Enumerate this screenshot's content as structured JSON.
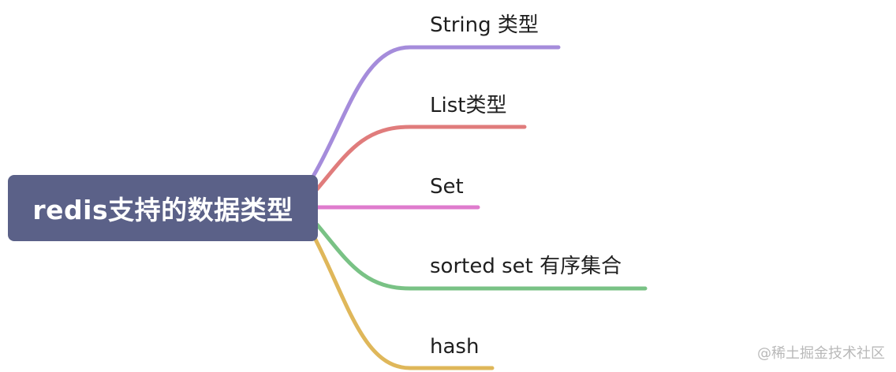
{
  "root": {
    "label": "redis支持的数据类型",
    "color": "#5b6188"
  },
  "branches": [
    {
      "label": "String 类型",
      "color": "#a58cdb"
    },
    {
      "label": "List类型",
      "color": "#e07c7c"
    },
    {
      "label": "Set",
      "color": "#df7bcd"
    },
    {
      "label": "sorted set 有序集合",
      "color": "#79c285"
    },
    {
      "label": "hash",
      "color": "#dfb75a"
    }
  ],
  "watermark": "@稀土掘金技术社区"
}
